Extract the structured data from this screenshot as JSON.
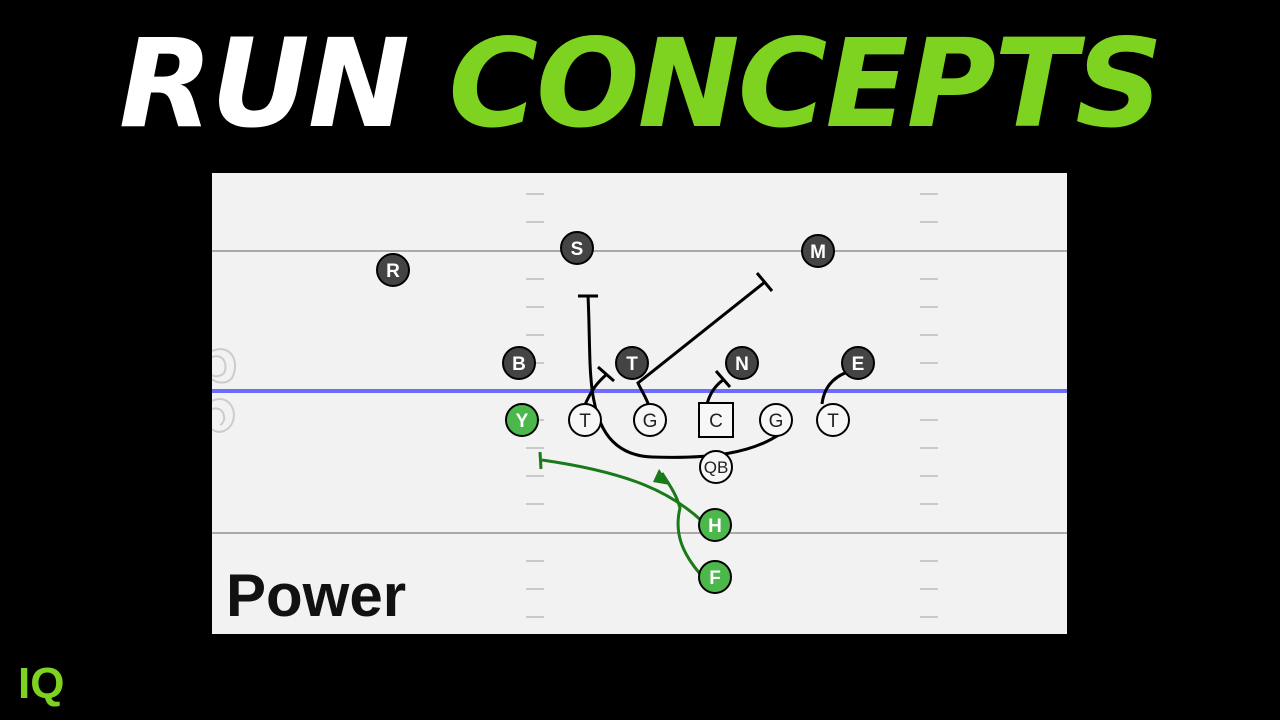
{
  "title": {
    "word1": "RUN",
    "word2": "CONCEPTS"
  },
  "play_name": "Power",
  "brand": "IQ",
  "colors": {
    "accent": "#7ed321",
    "defense": "#444444",
    "ballcarrier": "#4cb84c",
    "los": "#6b6bff",
    "run_path": "#1a7a1a"
  },
  "offense": {
    "linemen": [
      {
        "label": "T"
      },
      {
        "label": "G"
      },
      {
        "label": "C"
      },
      {
        "label": "G"
      },
      {
        "label": "T"
      }
    ],
    "qb": "QB",
    "skill": [
      {
        "label": "Y"
      },
      {
        "label": "H"
      },
      {
        "label": "F"
      }
    ]
  },
  "defense": [
    {
      "label": "S"
    },
    {
      "label": "M"
    },
    {
      "label": "R"
    },
    {
      "label": "B"
    },
    {
      "label": "T"
    },
    {
      "label": "N"
    },
    {
      "label": "E"
    }
  ]
}
